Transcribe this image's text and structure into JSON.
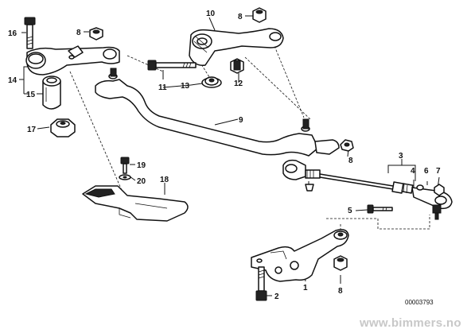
{
  "diagram": {
    "callouts": [
      "16",
      "8",
      "10",
      "8",
      "14",
      "15",
      "11",
      "13",
      "12",
      "17",
      "9",
      "8",
      "19",
      "20",
      "18",
      "3",
      "4",
      "6",
      "7",
      "5",
      "1",
      "2",
      "8"
    ],
    "code": "00003793",
    "watermark": "www.bimmers.no"
  }
}
